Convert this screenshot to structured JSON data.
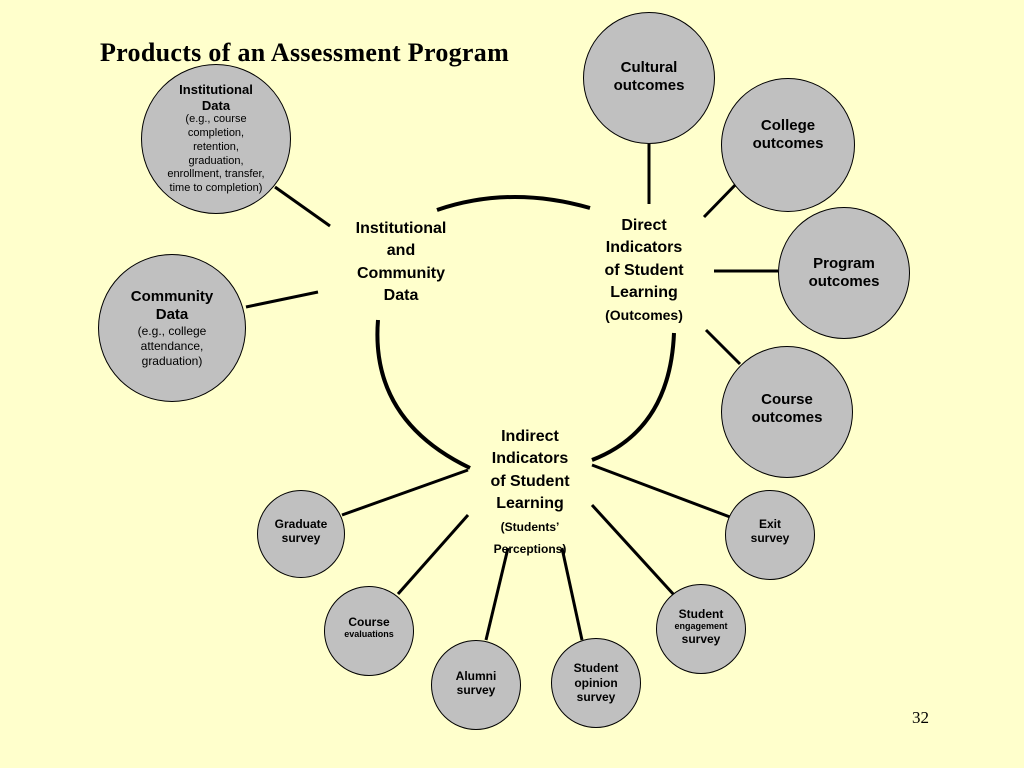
{
  "title": "Products of an Assessment Program",
  "page_number": "32",
  "hubs": {
    "institutional": {
      "lines": [
        "Institutional",
        "and",
        "Community",
        "Data"
      ]
    },
    "direct": {
      "lines": [
        "Direct",
        "Indicators",
        "of Student",
        "Learning"
      ],
      "note": "(Outcomes)"
    },
    "indirect": {
      "lines": [
        "Indirect",
        "Indicators",
        "of Student",
        "Learning"
      ],
      "note": [
        "(Students’",
        "Perceptions)"
      ]
    }
  },
  "nodes": {
    "institutional_data": {
      "title": [
        "Institutional",
        "Data"
      ],
      "detail": [
        "(e.g., course",
        "completion,",
        "retention,",
        "graduation,",
        "enrollment, transfer,",
        "time to completion)"
      ]
    },
    "community_data": {
      "title": [
        "Community",
        "Data"
      ],
      "detail": [
        "(e.g., college",
        "attendance,",
        "graduation)"
      ]
    },
    "cultural": [
      "Cultural",
      "outcomes"
    ],
    "college": [
      "College",
      "outcomes"
    ],
    "program": [
      "Program",
      "outcomes"
    ],
    "course_outcomes": [
      "Course",
      "outcomes"
    ],
    "graduate_survey": [
      "Graduate",
      "survey"
    ],
    "course_evaluations": [
      "Course",
      "evaluations"
    ],
    "alumni_survey": [
      "Alumni",
      "survey"
    ],
    "student_opinion": [
      "Student",
      "opinion",
      "survey"
    ],
    "student_engagement": [
      "Student",
      "engagement",
      "survey"
    ],
    "exit_survey": [
      "Exit",
      "survey"
    ]
  },
  "colors": {
    "background": "#FFFFCC",
    "node_fill": "#C0C0C0",
    "stroke": "#000000"
  }
}
